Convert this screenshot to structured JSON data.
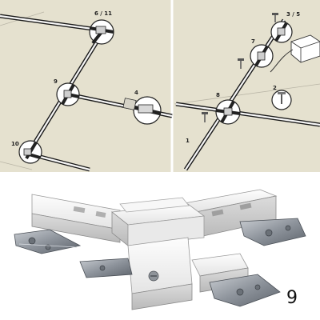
{
  "diagram": {
    "left_panel": {
      "callouts": [
        {
          "id": "c6-11",
          "label": "6 / 11"
        },
        {
          "id": "c9",
          "label": "9"
        },
        {
          "id": "c4",
          "label": "4"
        },
        {
          "id": "c10",
          "label": "10"
        }
      ]
    },
    "right_panel": {
      "callouts": [
        {
          "id": "c3-5",
          "label": "3 / 5"
        },
        {
          "id": "c7",
          "label": "7"
        },
        {
          "id": "c2",
          "label": "2"
        },
        {
          "id": "c8",
          "label": "8"
        },
        {
          "id": "c1",
          "label": "1"
        }
      ]
    }
  },
  "product": {
    "figure_number": "9",
    "colors": {
      "housing": "#f2f2f2",
      "metal": "#9aa0a8"
    }
  }
}
